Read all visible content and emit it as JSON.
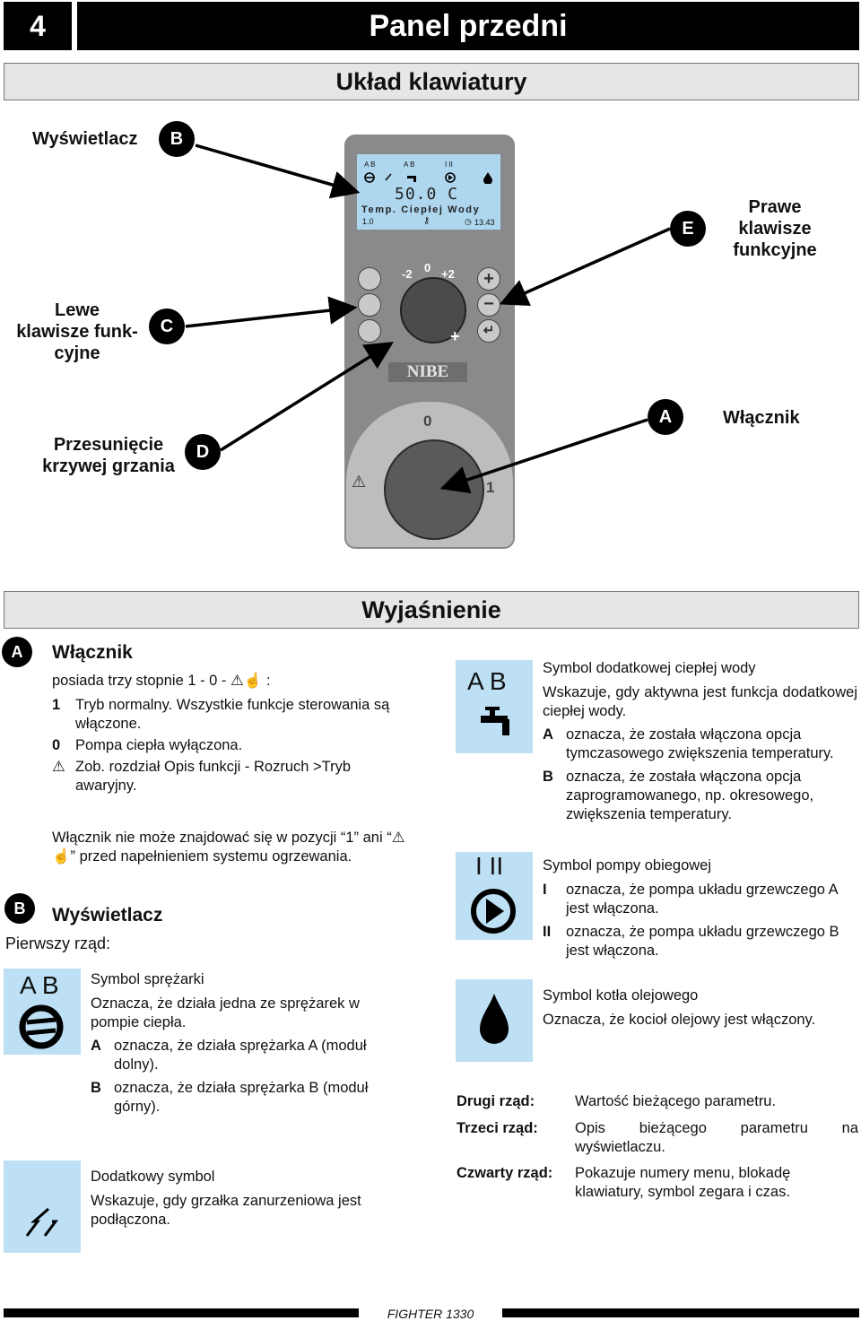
{
  "header": {
    "chapter_number": "4",
    "title": "Panel przedni"
  },
  "layout_section": {
    "title": "Układ klawiatury"
  },
  "callouts": {
    "b": {
      "letter": "B",
      "label": "Wyświetlacz"
    },
    "c": {
      "letter": "C",
      "label_lines": [
        "Lewe",
        "klawisze funk-",
        "cyjne"
      ]
    },
    "d": {
      "letter": "D",
      "label_lines": [
        "Przesunięcie",
        "krzywej grzania"
      ]
    },
    "e": {
      "letter": "E",
      "label_lines": [
        "Prawe",
        "klawisze",
        "funkcyjne"
      ]
    },
    "a": {
      "letter": "A",
      "label": "Włącznik"
    }
  },
  "device": {
    "lcd_row1_labels": [
      "A B",
      "A B",
      "I II"
    ],
    "lcd_value": "50.0  C",
    "lcd_description": "Temp. Ciepłej Wody",
    "lcd_menu": "1.0",
    "lcd_time": "13.43",
    "dial_minus": "-2",
    "dial_zero": "0",
    "dial_plus2": "+2",
    "dial_plus": "+",
    "brand": "NIBE",
    "switch_zero": "0",
    "switch_one": "1"
  },
  "explanation": {
    "title": "Wyjaśnienie"
  },
  "switch_section": {
    "letter": "A",
    "heading": "Włącznik",
    "intro": "posiada trzy stopnie 1 - 0 -",
    "intro_end": ":",
    "items": [
      {
        "key": "1",
        "text": "Tryb normalny. Wszystkie funkcje sterowania są włączone."
      },
      {
        "key": "0",
        "text": "Pompa ciepła wyłączona."
      },
      {
        "key": "",
        "text": "Zob. rozdział Opis funkcji - Rozruch >Tryb awaryjny."
      }
    ],
    "note_part1": "Włącznik nie może znajdować się w pozycji “1” ani “",
    "note_part2": "” przed napełnieniem systemu ogrzewania."
  },
  "display_section": {
    "letter": "B",
    "heading": "Wyświetlacz",
    "first_row_label": "Pierwszy rząd:"
  },
  "compressor": {
    "icon_label": "A B",
    "title": "Symbol sprężarki",
    "desc": "Oznacza, że działa jedna ze sprężarek w pompie ciepła.",
    "items": [
      {
        "key": "A",
        "text": "oznacza, że działa sprężarka A (moduł dolny)."
      },
      {
        "key": "B",
        "text": "oznacza, że działa sprężarka B (moduł górny)."
      }
    ]
  },
  "heater": {
    "title": "Dodatkowy symbol",
    "desc": "Wskazuje, gdy grzałka zanurzeniowa jest podłączona."
  },
  "hot_water": {
    "icon_label": "A B",
    "title": "Symbol dodatkowej ciepłej wody",
    "desc": "Wskazuje, gdy aktywna jest funkcja dodatkowej ciepłej wody.",
    "items": [
      {
        "key": "A",
        "text": "oznacza, że została włączona opcja tymczasowego zwiększenia temperatury."
      },
      {
        "key": "B",
        "text": "oznacza, że została włączona opcja zaprogramowanego, np. okresowego, zwiększenia temperatury."
      }
    ]
  },
  "pump": {
    "icon_label": "I II",
    "title": "Symbol pompy obiegowej",
    "items": [
      {
        "key": "I",
        "text": "oznacza, że pompa układu grzewczego A jest włączona."
      },
      {
        "key": "II",
        "text": "oznacza, że pompa układu grzewczego B jest włączona."
      }
    ]
  },
  "boiler": {
    "title": "Symbol kotła olejowego",
    "desc": "Oznacza, że kocioł olejowy jest włączony."
  },
  "rows": [
    {
      "label": "Drugi rząd:",
      "text": "Wartość bieżącego parametru."
    },
    {
      "label": "Trzeci rząd:",
      "text": "Opis bieżącego parametru na wyświetlaczu."
    },
    {
      "label": "Czwarty rząd:",
      "text": "Pokazuje numery menu, blokadę klawiatury, symbol zegara i czas."
    }
  ],
  "footer": {
    "text": "FIGHTER 1330"
  },
  "colors": {
    "lcd": "#aed6ee",
    "icon_box": "#bde0f5",
    "panel": "#898a8c"
  }
}
